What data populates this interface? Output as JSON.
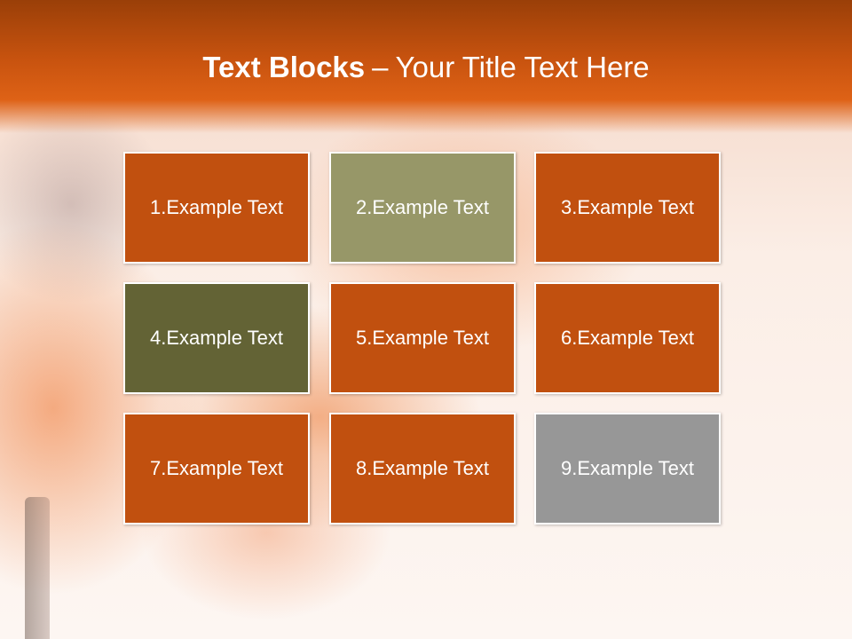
{
  "title": {
    "bold": "Text Blocks",
    "dash": "–",
    "rest": "Your Title Text Here"
  },
  "colors": {
    "orange": "#c1500f",
    "olive_light": "#979768",
    "olive_dark": "#636335",
    "gray": "#979797",
    "header_dark": "#9a3f08"
  },
  "blocks": [
    {
      "label": "1.Example Text",
      "color": "#c1500f"
    },
    {
      "label": "2.Example Text",
      "color": "#979768"
    },
    {
      "label": "3.Example Text",
      "color": "#c1500f"
    },
    {
      "label": "4.Example Text",
      "color": "#636335"
    },
    {
      "label": "5.Example Text",
      "color": "#c1500f"
    },
    {
      "label": "6.Example Text",
      "color": "#c1500f"
    },
    {
      "label": "7.Example Text",
      "color": "#c1500f"
    },
    {
      "label": "8.Example Text",
      "color": "#c1500f"
    },
    {
      "label": "9.Example Text",
      "color": "#979797"
    }
  ]
}
